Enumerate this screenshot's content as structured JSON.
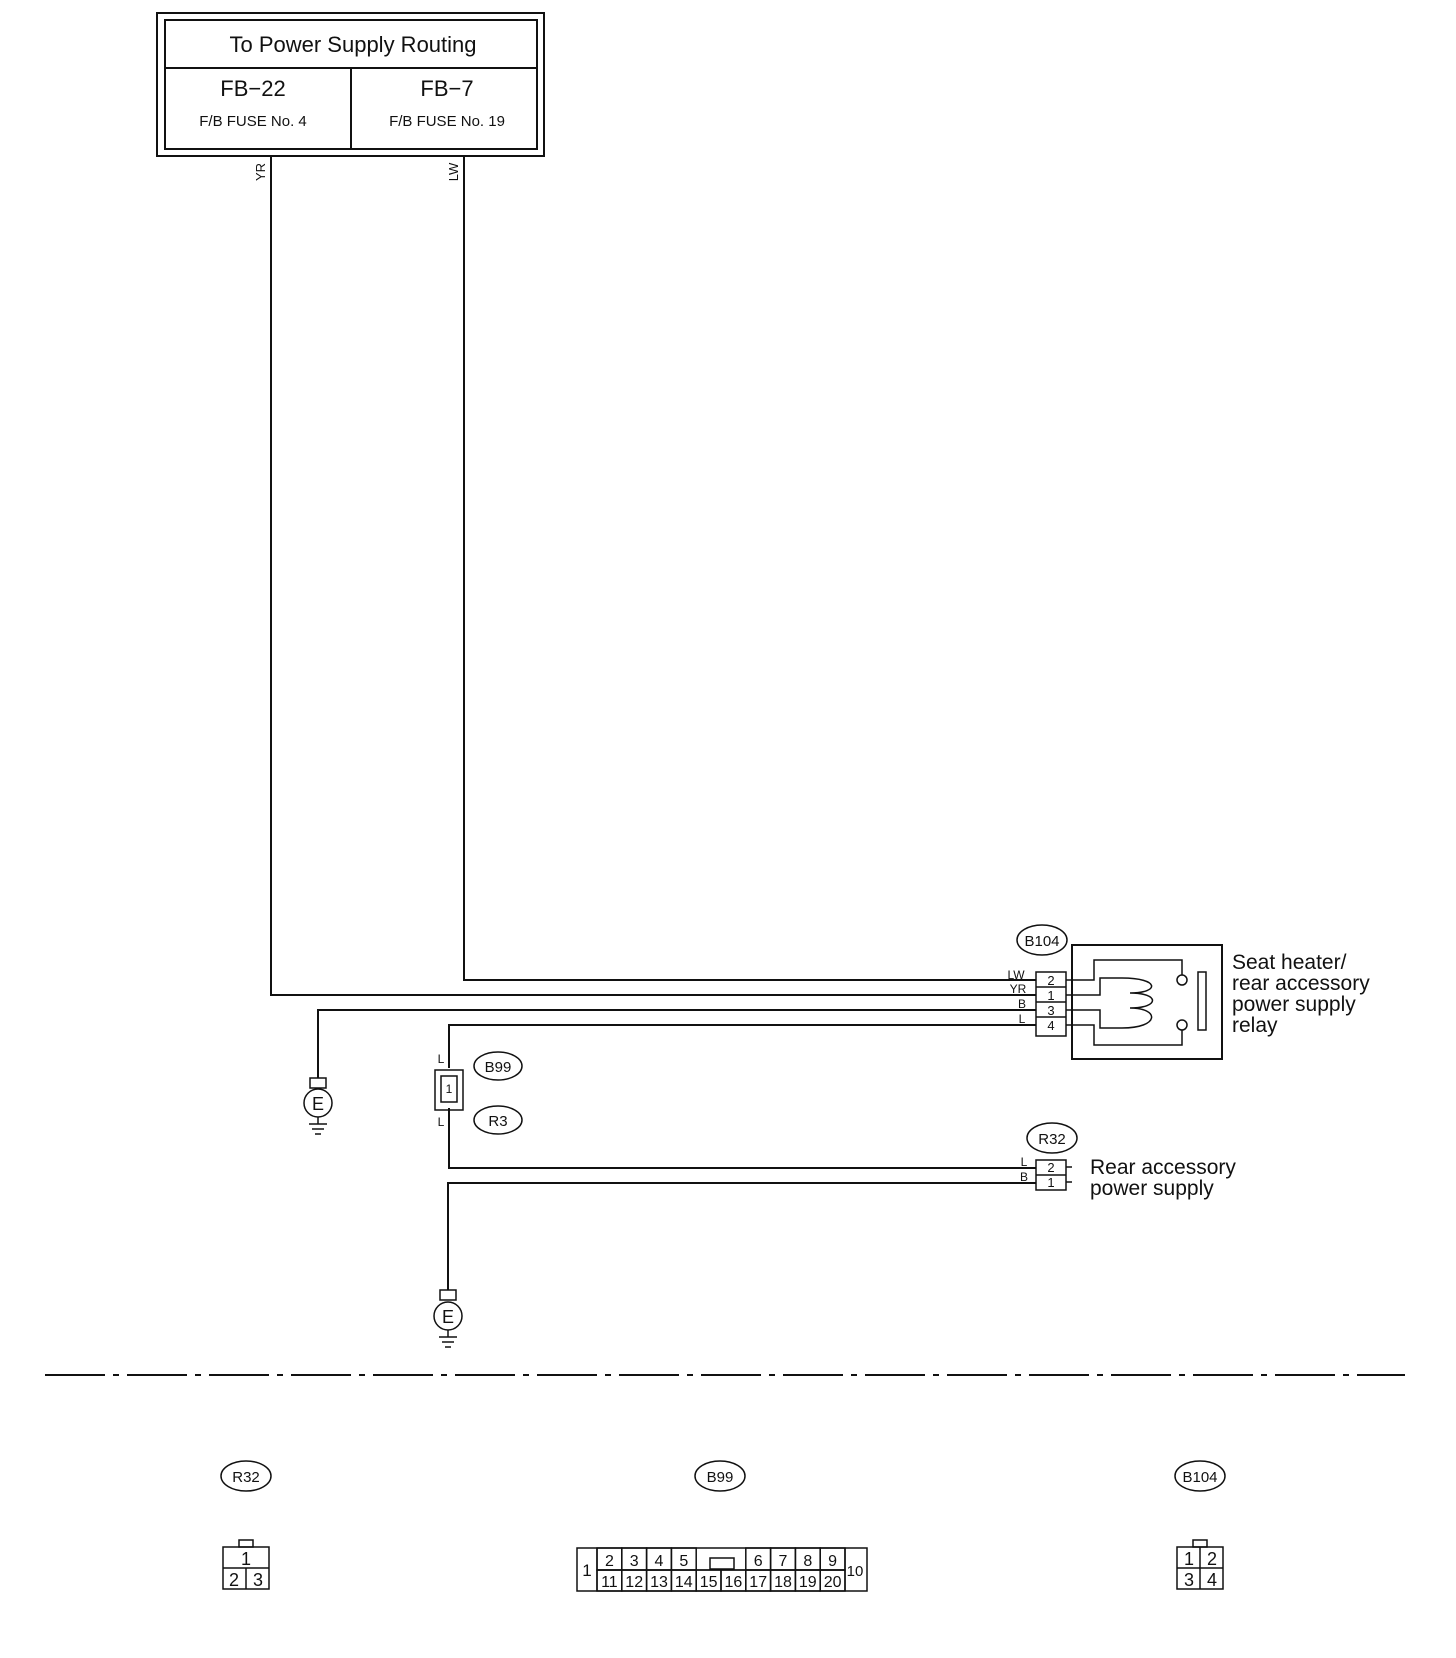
{
  "supply_box": {
    "title": "To Power Supply Routing",
    "left": {
      "code": "FB−22",
      "fuse": "F/B FUSE No. 4"
    },
    "right": {
      "code": "FB−7",
      "fuse": "F/B FUSE No. 19"
    }
  },
  "wires": {
    "yr": "YR",
    "lw": "LW",
    "b": "B",
    "l": "L"
  },
  "relay": {
    "connector": "B104",
    "name_lines": [
      "Seat heater/",
      "rear accessory",
      "power supply",
      "relay"
    ],
    "pins": [
      "2",
      "1",
      "3",
      "4"
    ],
    "wire_labels": [
      "LW",
      "YR",
      "B",
      "L"
    ]
  },
  "junction": {
    "upper": "B99",
    "lower": "R3",
    "pin": "1"
  },
  "rear_supply": {
    "connector": "R32",
    "name_lines": [
      "Rear accessory",
      "power supply"
    ],
    "pins": [
      "2",
      "1"
    ],
    "wire_labels": [
      "L",
      "B"
    ]
  },
  "ground": {
    "symbol": "E"
  },
  "connector_views": {
    "r32": {
      "label": "R32",
      "pins_top": [
        "1"
      ],
      "pins_bottom": [
        "2",
        "3"
      ]
    },
    "b99": {
      "label": "B99",
      "left_pin": "1",
      "right_pin": "10",
      "top_pins_a": [
        "2",
        "3",
        "4",
        "5"
      ],
      "top_pins_b": [
        "6",
        "7",
        "8",
        "9"
      ],
      "bottom_pins": [
        "11",
        "12",
        "13",
        "14",
        "15",
        "16",
        "17",
        "18",
        "19",
        "20"
      ]
    },
    "b104": {
      "label": "B104",
      "pins_top": [
        "1",
        "2"
      ],
      "pins_bottom": [
        "3",
        "4"
      ]
    }
  }
}
